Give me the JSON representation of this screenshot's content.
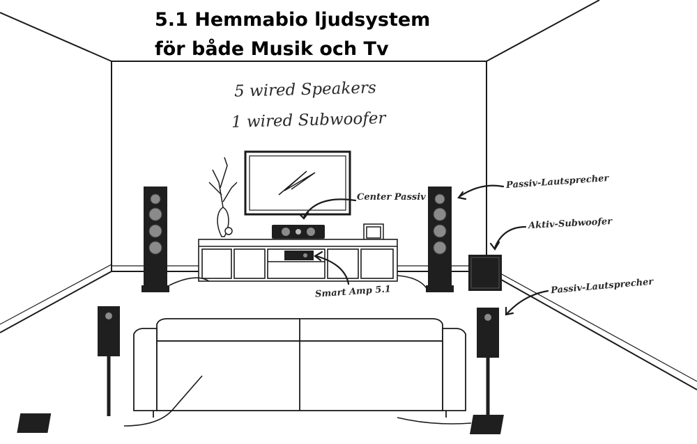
{
  "title": {
    "line1": "5.1 Hemmabio ljudsystem",
    "line2": "för både Musik och Tv"
  },
  "subtitle": {
    "line1": "5 wired Speakers",
    "line2": "1 wired Subwoofer"
  },
  "labels": {
    "center": "Center Passiv",
    "front_speaker": "Passiv-Lautsprecher",
    "subwoofer": "Aktiv-Subwoofer",
    "rear_speaker": "Passiv-Lautsprecher",
    "amp": "Smart Amp 5.1"
  },
  "colors": {
    "line": "#1a1a1a",
    "speaker_body": "#1f1f1f",
    "driver": "#8a8a8a"
  }
}
